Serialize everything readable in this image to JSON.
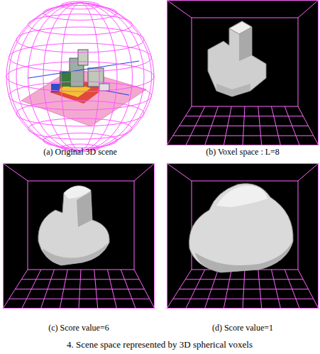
{
  "diagram": {
    "caption": "4. Scene space represented by 3D spherical voxels",
    "labels": [
      "(a) Original 3D scene",
      "(b) Voxel space : L=8",
      "(c) Score value=6",
      "(d) Score value=1"
    ]
  }
}
